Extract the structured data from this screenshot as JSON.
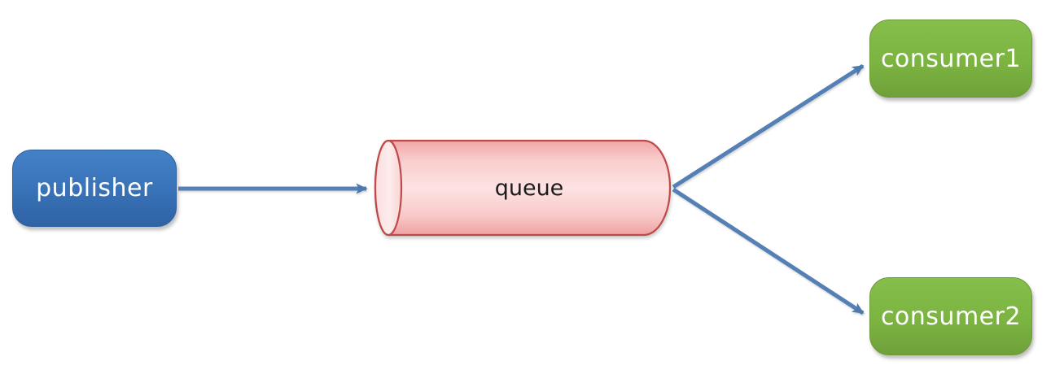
{
  "diagram": {
    "type": "message-queue-flow",
    "background": "#FFFFFF",
    "nodes": [
      {
        "id": "publisher",
        "label": "publisher",
        "shape": "rounded-rectangle",
        "fill": "#3A74BA",
        "text_color": "#FFFFFF"
      },
      {
        "id": "queue",
        "label": "queue",
        "shape": "horizontal-cylinder",
        "fill": "#FBDADA",
        "stroke": "#BE4A4A",
        "text_color": "#1C1C1C"
      },
      {
        "id": "consumer1",
        "label": "consumer1",
        "shape": "rounded-rectangle",
        "fill": "#7CB441",
        "text_color": "#FFFFFF"
      },
      {
        "id": "consumer2",
        "label": "consumer2",
        "shape": "rounded-rectangle",
        "fill": "#7CB441",
        "text_color": "#FFFFFF"
      }
    ],
    "edges": [
      {
        "from": "publisher",
        "to": "queue",
        "style": "straight-arrow"
      },
      {
        "from": "queue",
        "to": "consumer1",
        "style": "straight-arrow"
      },
      {
        "from": "queue",
        "to": "consumer2",
        "style": "straight-arrow"
      }
    ],
    "colors": {
      "arrow": "#5580B5",
      "publisher_fill": "#3A74BA",
      "consumer_fill": "#7CB441",
      "queue_fill": "#FBDADA",
      "queue_stroke": "#BE4A4A"
    }
  }
}
